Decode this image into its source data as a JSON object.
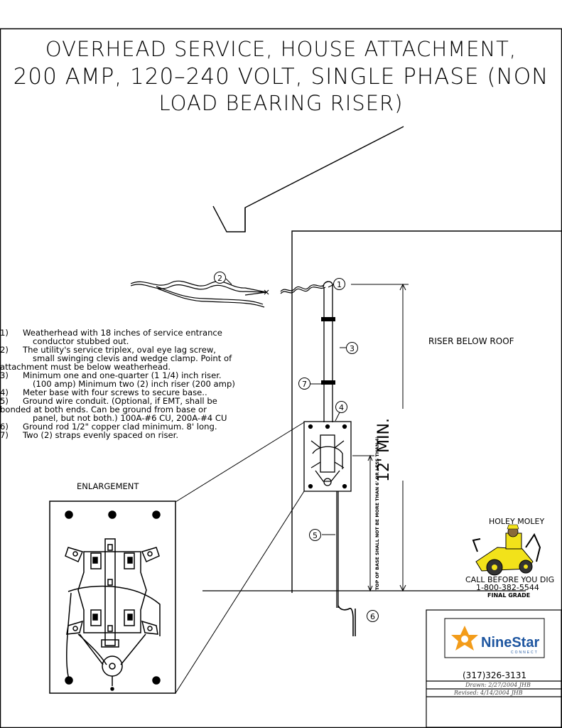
{
  "title": {
    "line1": "OVERHEAD SERVICE, HOUSE ATTACHMENT,",
    "line2": "200 AMP, 120–240 VOLT, SINGLE PHASE (NON",
    "line3": "LOAD BEARING RISER)"
  },
  "notes": [
    {
      "num": "1)",
      "lines": [
        "Weatherhead with 18 inches of service entrance",
        "conductor stubbed out."
      ]
    },
    {
      "num": "2)",
      "lines": [
        "The utility's service triplex, oval eye lag screw,",
        "small swinging clevis and wedge clamp.  Point of",
        "attachment must be below weatherhead."
      ]
    },
    {
      "num": "3)",
      "lines": [
        "Minimum one and one-quarter (1 1/4) inch riser.",
        "(100 amp) Minimum two (2) inch riser (200 amp)"
      ]
    },
    {
      "num": "4)",
      "lines": [
        "Meter base with four screws to secure base.."
      ]
    },
    {
      "num": "5)",
      "lines": [
        "Ground wire conduit. (Optional, if EMT, shall be",
        "bonded at both ends.  Can be ground from base or",
        "panel, but not both.) 100A-#6 CU, 200A-#4 CU"
      ]
    },
    {
      "num": "6)",
      "lines": [
        "Ground rod 1/2\" copper clad minimum. 8' long."
      ]
    },
    {
      "num": "7)",
      "lines": [
        "Two (2) straps evenly spaced on riser."
      ]
    }
  ],
  "labels": {
    "riser_below_roof": "RISER BELOW ROOF",
    "enlargement": "ENLARGEMENT",
    "twelve_min": "12' MIN.",
    "top_of_base": "TOP OF BASE SHALL NOT BE MORE THAN 6' OR LESS THAN 4'",
    "final_grade": "FINAL GRADE"
  },
  "callouts": [
    "1",
    "2",
    "3",
    "4",
    "5",
    "6",
    "7"
  ],
  "holey_moley": {
    "name": "HOLEY MOLEY",
    "call": "CALL BEFORE YOU DIG",
    "phone": "1-800-382-5544"
  },
  "title_block": {
    "logo_text": "NineStar",
    "logo_sub": "CONNECT",
    "phone": "(317)326-3131",
    "drawn": "Drawn:  2/27/2004 JHB",
    "revised": "Revised:  4/14/2004 JHB"
  },
  "colors": {
    "line": "#000000",
    "logo_blue": "#1e56a0",
    "logo_orange": "#f39c1a",
    "loader_yellow": "#f2e21a"
  }
}
